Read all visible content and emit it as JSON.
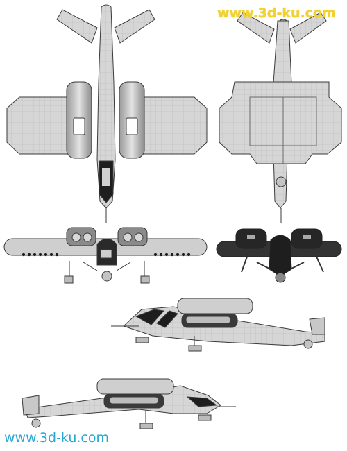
{
  "watermarks": {
    "top": "www.3d-ku.com",
    "bottom": "www.3d-ku.com"
  },
  "colors": {
    "background": "#ffffff",
    "hull": "#d4d4d4",
    "hull_dark": "#8a8a8a",
    "line": "#3a3a3a",
    "dark_panel": "#1e1e1e",
    "watermark_top": "#f2d230",
    "watermark_bottom": "#2aa6d4"
  },
  "views": [
    "top-view",
    "bottom-view",
    "front-view",
    "rear-view",
    "side-view-right",
    "side-view-left"
  ]
}
